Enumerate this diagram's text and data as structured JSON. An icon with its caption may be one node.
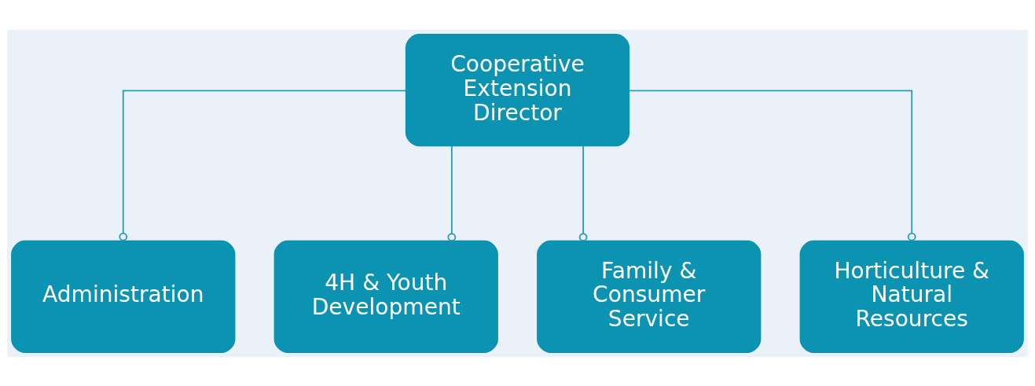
{
  "diagram": {
    "nodes": [
      {
        "text": [
          "Cooperative Extension Director"
        ]
      },
      {
        "text": [
          "Administration"
        ]
      },
      {
        "text": [
          "4H & Youth Development"
        ]
      },
      {
        "text": [
          "Family & Consumer Service"
        ]
      },
      {
        "text": [
          "Horticulture & Natural Resources"
        ]
      }
    ],
    "edges": [
      {
        "from": 0,
        "to": 1,
        "arrow": "other"
      },
      {
        "from": 0,
        "to": 2,
        "arrow": "other"
      },
      {
        "from": 0,
        "to": 3,
        "arrow": "other"
      },
      {
        "from": 0,
        "to": 4,
        "arrow": "other"
      }
    ]
  }
}
